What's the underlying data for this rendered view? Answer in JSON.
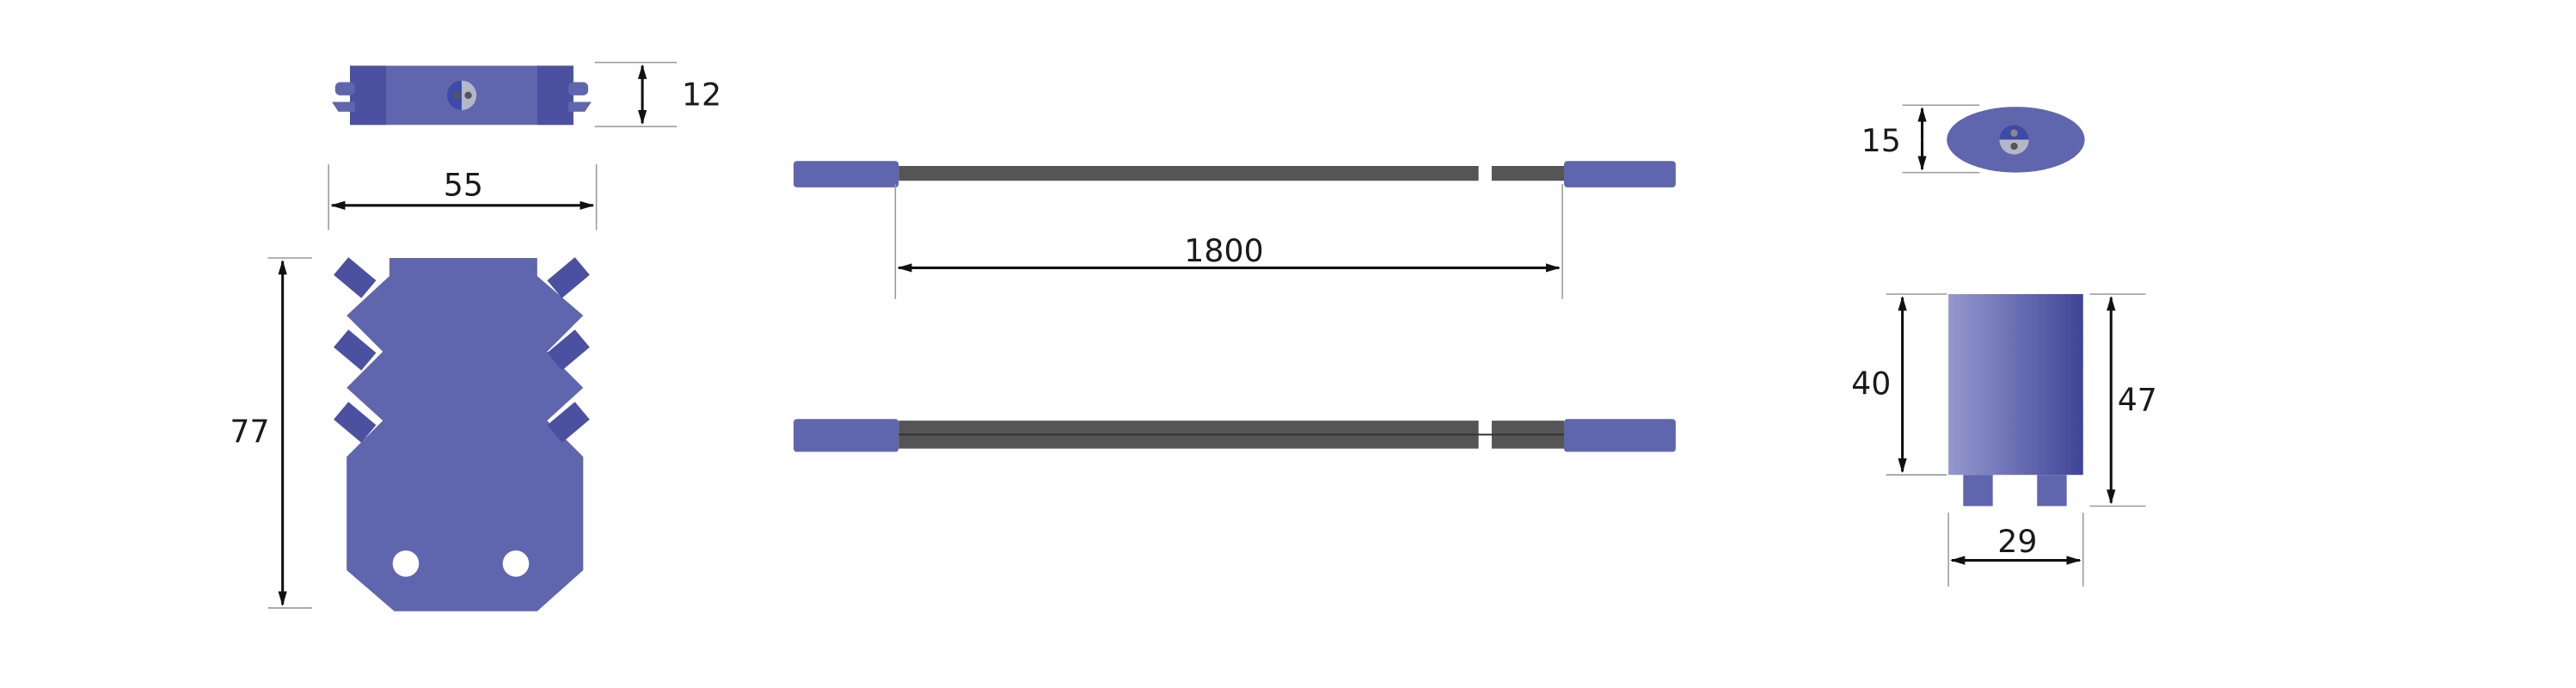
{
  "colors": {
    "part": "#6066ad",
    "part_dark": "#4b51a0",
    "cable": "#555555",
    "dimension": "#111111"
  },
  "distributor": {
    "height_top_view": "12",
    "width": "55",
    "length": "77"
  },
  "cable": {
    "length": "1800"
  },
  "end_cap": {
    "thickness": "15",
    "body_height": "40",
    "total_height": "47",
    "width": "29"
  }
}
